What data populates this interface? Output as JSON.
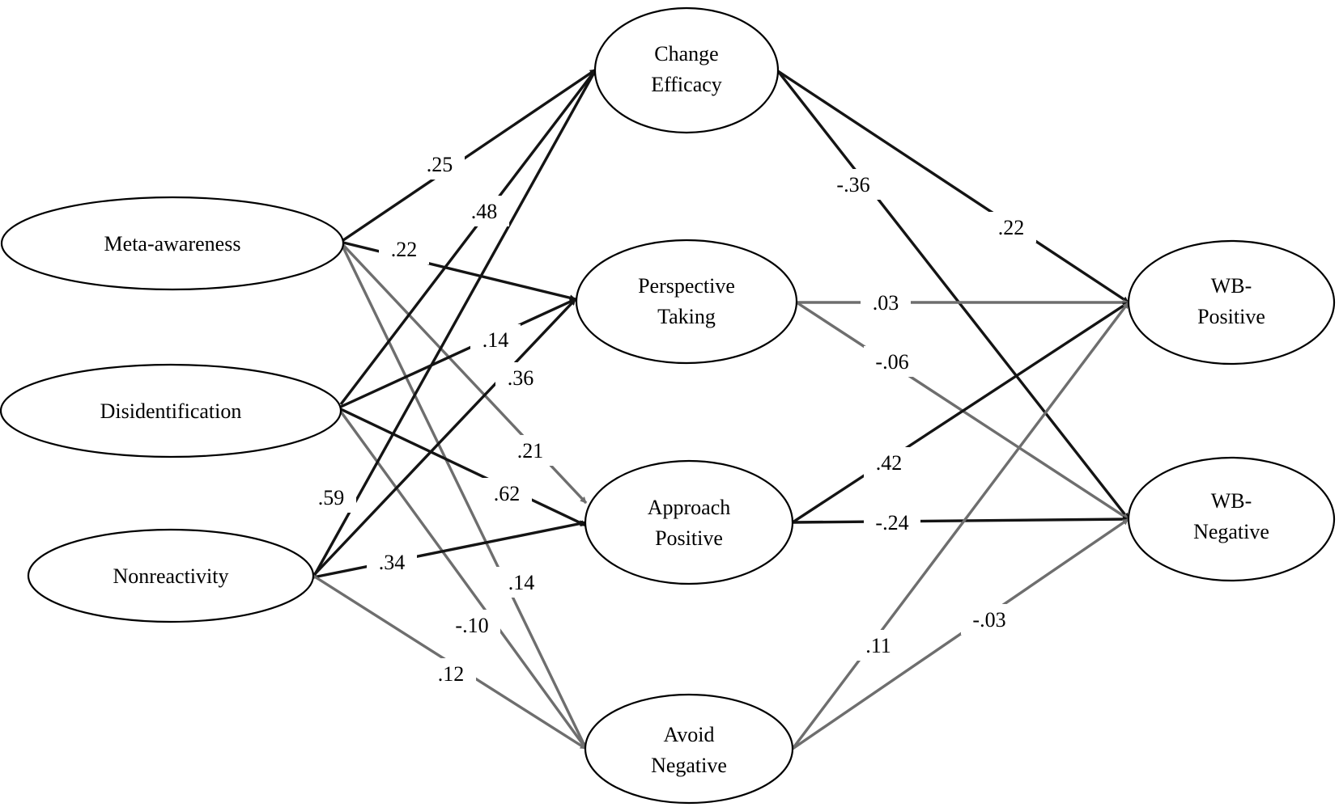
{
  "colors": {
    "strong": "#141414",
    "weak": "#6e6e6e",
    "background": "#ffffff"
  },
  "nodes": {
    "meta": {
      "lines": [
        "Meta-awareness"
      ]
    },
    "disid": {
      "lines": [
        "Disidentification"
      ]
    },
    "nonr": {
      "lines": [
        "Nonreactivity"
      ]
    },
    "ce": {
      "lines": [
        "Change",
        "Efficacy"
      ]
    },
    "pt": {
      "lines": [
        "Perspective",
        "Taking"
      ]
    },
    "ap": {
      "lines": [
        "Approach",
        "Positive"
      ]
    },
    "an": {
      "lines": [
        "Avoid",
        "Negative"
      ]
    },
    "wbp": {
      "lines": [
        "WB-",
        "Positive"
      ]
    },
    "wbn": {
      "lines": [
        "WB-",
        "Negative"
      ]
    }
  },
  "edges": [
    {
      "from": "meta",
      "to": "ce",
      "label": ".25",
      "strength": "strong"
    },
    {
      "from": "meta",
      "to": "pt",
      "label": ".22",
      "strength": "strong"
    },
    {
      "from": "meta",
      "to": "ap",
      "label": ".21",
      "strength": "weak"
    },
    {
      "from": "meta",
      "to": "an",
      "label": ".14",
      "strength": "weak"
    },
    {
      "from": "disid",
      "to": "ce",
      "label": ".48",
      "strength": "strong"
    },
    {
      "from": "disid",
      "to": "pt",
      "label": ".14",
      "strength": "strong"
    },
    {
      "from": "disid",
      "to": "ap",
      "label": ".62",
      "strength": "strong"
    },
    {
      "from": "disid",
      "to": "an",
      "label": "-.10",
      "strength": "weak"
    },
    {
      "from": "nonr",
      "to": "ce",
      "label": ".59",
      "strength": "strong"
    },
    {
      "from": "nonr",
      "to": "pt",
      "label": ".36",
      "strength": "strong"
    },
    {
      "from": "nonr",
      "to": "ap",
      "label": ".34",
      "strength": "strong"
    },
    {
      "from": "nonr",
      "to": "an",
      "label": ".12",
      "strength": "weak"
    },
    {
      "from": "ce",
      "to": "wbp",
      "label": ".22",
      "strength": "strong"
    },
    {
      "from": "ce",
      "to": "wbn",
      "label": "-.36",
      "strength": "strong"
    },
    {
      "from": "pt",
      "to": "wbp",
      "label": ".03",
      "strength": "weak"
    },
    {
      "from": "pt",
      "to": "wbn",
      "label": "-.06",
      "strength": "weak"
    },
    {
      "from": "ap",
      "to": "wbp",
      "label": ".42",
      "strength": "strong"
    },
    {
      "from": "ap",
      "to": "wbn",
      "label": "-.24",
      "strength": "strong"
    },
    {
      "from": "an",
      "to": "wbp",
      "label": ".11",
      "strength": "weak"
    },
    {
      "from": "an",
      "to": "wbn",
      "label": "-.03",
      "strength": "weak"
    }
  ]
}
